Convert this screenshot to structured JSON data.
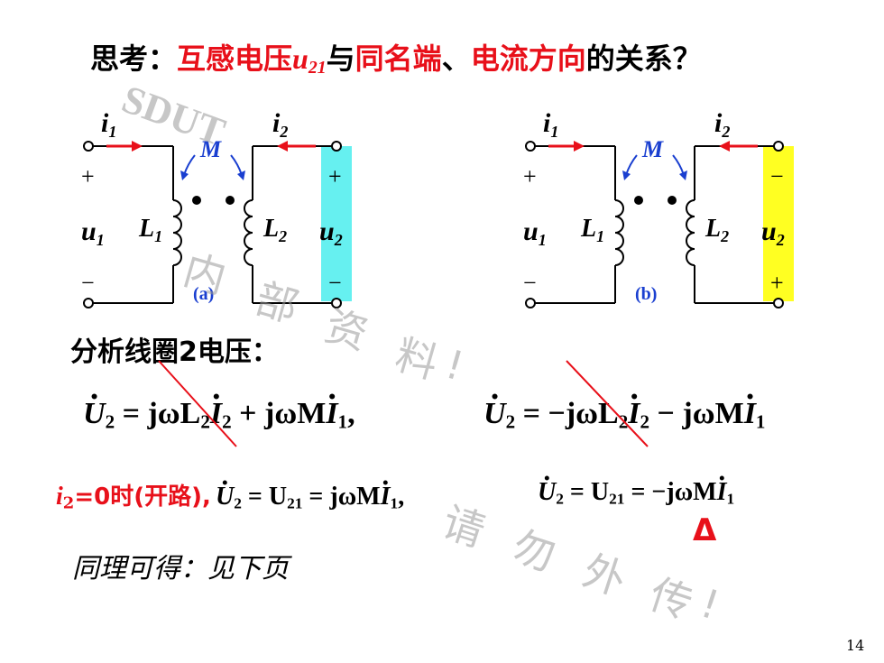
{
  "title": {
    "prefix": "思考：",
    "part1": "互感电压",
    "var": "u",
    "var_sub": "21",
    "mid1": "与",
    "part2": "同名端",
    "mid2": "、",
    "part3": "电流方向",
    "suffix": "的关系？"
  },
  "circuits": [
    {
      "caption": "(a)",
      "i1": "i",
      "i1_sub": "1",
      "i2": "i",
      "i2_sub": "2",
      "M": "M",
      "u1": "u",
      "u1_sub": "1",
      "u2": "u",
      "u2_sub": "2",
      "L1": "L",
      "L1_sub": "1",
      "L2": "L",
      "L2_sub": "2",
      "left_top_sign": "+",
      "left_bottom_sign": "−",
      "right_top_sign": "+",
      "right_bottom_sign": "−",
      "highlight_color": "#66f0f0"
    },
    {
      "caption": "(b)",
      "i1": "i",
      "i1_sub": "1",
      "i2": "i",
      "i2_sub": "2",
      "M": "M",
      "u1": "u",
      "u1_sub": "1",
      "u2": "u",
      "u2_sub": "2",
      "L1": "L",
      "L1_sub": "1",
      "L2": "L",
      "L2_sub": "2",
      "left_top_sign": "+",
      "left_bottom_sign": "−",
      "right_top_sign": "−",
      "right_bottom_sign": "+",
      "highlight_color": "#ffff22"
    }
  ],
  "analysis_label": "分析线圈2电压：",
  "eq_a": {
    "lhs": "U",
    "lhs_sub": "2",
    "rhs1": "= jωL",
    "rhs1_sub": "2",
    "rhs1_cur": "I",
    "rhs1_cur_sub": "2",
    "rhs2": "+ jωM",
    "rhs2_cur": "I",
    "rhs2_cur_sub": "1",
    "tail": ","
  },
  "eq_b": {
    "lhs": "U",
    "lhs_sub": "2",
    "rhs1": "= −jωL",
    "rhs1_sub": "2",
    "rhs1_cur": "I",
    "rhs1_cur_sub": "2",
    "rhs2": "− jωM",
    "rhs2_cur": "I",
    "rhs2_cur_sub": "1"
  },
  "open_circuit": {
    "cond_var": "i",
    "cond_sub": "2",
    "cond_text": "=0时(开路)",
    "sep": ",",
    "eqa": {
      "lhs": "U",
      "lhs_sub": "2",
      "mid": "= U",
      "mid_sub": "21",
      "rhs": "= jωM",
      "cur": "I",
      "cur_sub": "1",
      "tail": ","
    },
    "eqb": {
      "lhs": "U",
      "lhs_sub": "2",
      "mid": "= U",
      "mid_sub": "21",
      "rhs": "= −jωM",
      "cur": "I",
      "cur_sub": "1"
    }
  },
  "delta": "Δ",
  "similar": "同理可得：见下页",
  "page_number": "14",
  "watermark": {
    "logo": "SDUT",
    "line1": [
      "内",
      "部",
      "资",
      "料",
      "!"
    ],
    "line2": [
      "请",
      "勿",
      "外",
      "传",
      "!"
    ]
  },
  "colors": {
    "red": "#e8101a",
    "blue": "#1a3fd0",
    "cyan_box": "#66f0f0",
    "yellow_box": "#ffff22"
  }
}
